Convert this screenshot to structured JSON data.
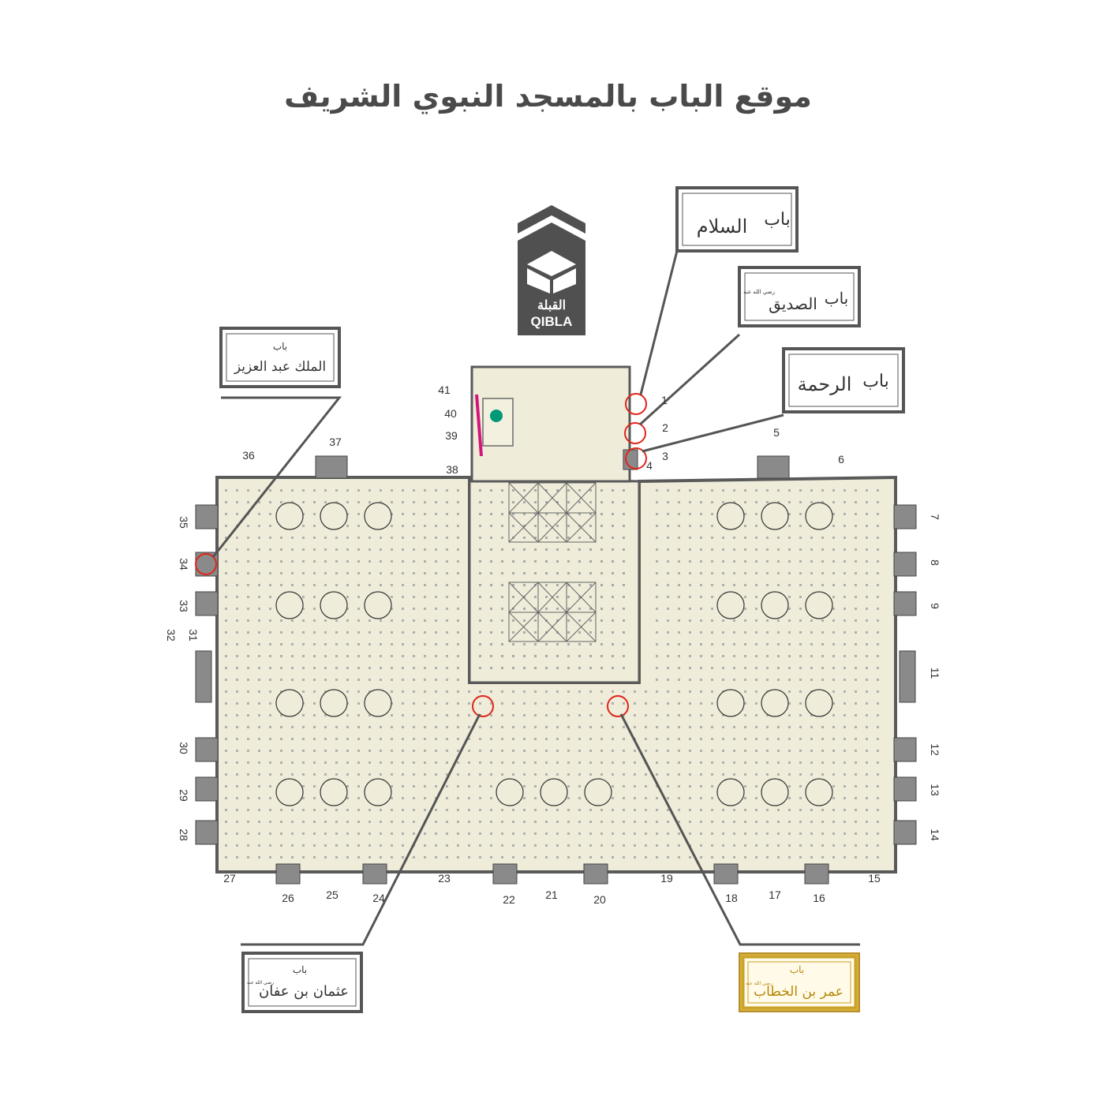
{
  "title": "موقع الباب بالمسجد النبوي الشريف",
  "colors": {
    "floor": "#efecd9",
    "wall": "#5a5a5a",
    "highlight_circle": "#e0251b",
    "sign_border": "#555555",
    "gold": "#c9a227",
    "qibla_badge": "#505050",
    "mihrab_marker": "#009977",
    "minbar_line": "#d4147a"
  },
  "qibla": {
    "arabic": "القبلة",
    "english": "QIBLA",
    "icon": "kaaba-icon"
  },
  "signs": {
    "salam": {
      "line1": "باب",
      "line2": "السلام"
    },
    "siddiq": {
      "line1": "باب",
      "line2": "الصديق",
      "honorific": "رضي الله عنه"
    },
    "rahma": {
      "line1": "باب",
      "line2": "الرحمة"
    },
    "malik": {
      "line1": "باب",
      "line2": "الملك عبد العزيز"
    },
    "uthman": {
      "line1": "باب",
      "line2": "عثمان بن عفان",
      "honorific": "رضي الله عنه"
    },
    "umar": {
      "line1": "باب",
      "line2": "عمر بن الخطاب",
      "honorific": "رضي الله عنه"
    }
  },
  "gates": [
    "1",
    "2",
    "3",
    "4",
    "5",
    "6",
    "7",
    "8",
    "9",
    "11",
    "12",
    "13",
    "14",
    "15",
    "16",
    "17",
    "18",
    "19",
    "20",
    "21",
    "22",
    "23",
    "24",
    "25",
    "26",
    "27",
    "28",
    "29",
    "30",
    "31",
    "32",
    "33",
    "34",
    "35",
    "36",
    "37",
    "38",
    "39",
    "40",
    "41"
  ]
}
